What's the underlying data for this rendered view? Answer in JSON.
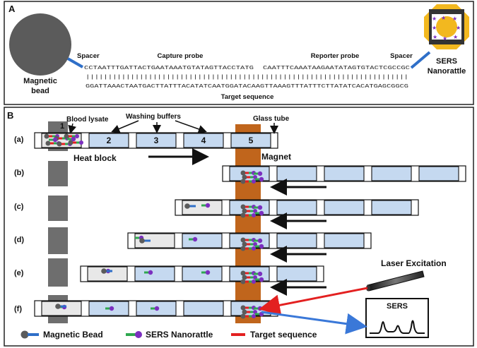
{
  "panel_a": {
    "letter": "A",
    "magnetic_bead_label_1": "Magnetic",
    "magnetic_bead_label_2": "bead",
    "spacer_left": "Spacer",
    "capture_probe": "Capture probe",
    "reporter_probe": "Reporter probe",
    "spacer_right": "Spacer",
    "sers_label_1": "SERS",
    "sers_label_2": "Nanorattle",
    "capture_seq": "CCTAATTTGATTACTGAATAAATGTATAGTTACCTATG",
    "reporter_seq": "CAATTTCAAATAAGAATATAGTGTACTCGCCGC",
    "bars": "||||||||||||||||||||||||||||||||||||||||||||||||||||||||||||||||||||||||",
    "target_seq": "GGATTAAACTAATGACTTATTTACATATCAATGGATACAAGTTAAAGTTTATTTCTTATATCACATGAGCGGCG",
    "target_label": "Target sequence"
  },
  "panel_b": {
    "letter": "B",
    "blood_lysate": "Blood lysate",
    "washing_buffers": "Washing buffers",
    "glass_tube": "Glass tube",
    "heat_block": "Heat block",
    "magnet": "Magnet",
    "laser": "Laser Excitation",
    "sers_box": "SERS",
    "chamber_numbers": [
      "1",
      "2",
      "3",
      "4",
      "5"
    ],
    "rows": [
      "(a)",
      "(b)",
      "(c)",
      "(d)",
      "(e)",
      "(f)"
    ]
  },
  "legend": {
    "magnetic_bead": "Magnetic Bead",
    "sers_nanorattle": "SERS Nanorattle",
    "target_sequence": "Target sequence"
  },
  "colors": {
    "bead_gray": "#5b5b5b",
    "magnet_orange": "#c0651c",
    "chamber_blue": "#c5d9f0",
    "chamber_gray": "#e8e8e8",
    "spacer_blue": "#2f6fc8",
    "nanorattle_green": "#2fa84f",
    "nanorattle_purple": "#7b2fbf",
    "target_red": "#e32020",
    "gold": "#f2b81f"
  }
}
